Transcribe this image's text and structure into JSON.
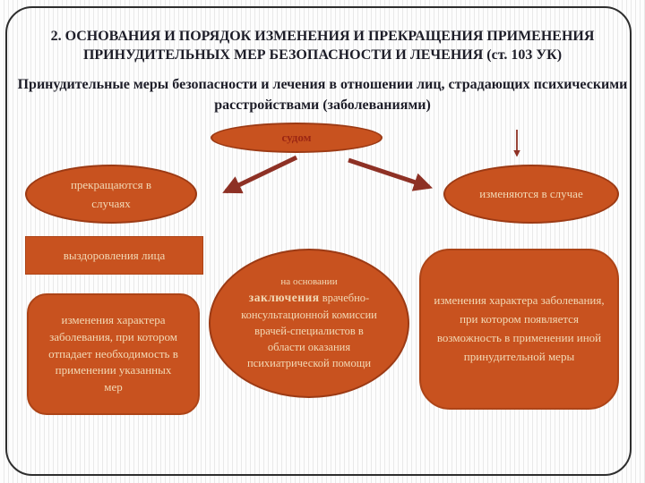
{
  "header": {
    "title": "2. ОСНОВАНИЯ И ПОРЯДОК ИЗМЕНЕНИЯ И ПРЕКРАЩЕНИЯ ПРИМЕНЕНИЯ ПРИНУДИТЕЛЬНЫХ МЕР БЕЗОПАСНОСТИ И ЛЕЧЕНИЯ (ст. 103 УК)",
    "subtitle": "Принудительные меры безопасности и лечения в отношении лиц, страдающих психическими расстройствами (заболеваниями)"
  },
  "diagram": {
    "court": "судом",
    "terminate_branch": "прекращаются в случаях",
    "change_branch": "изменяются в случае",
    "recovery": "выздоровления лица",
    "terminate_case": "изменения характера заболевания, при котором отпадает необходимость в применении указанных мер",
    "basis_intro": "на основании",
    "basis_keyword": "заключения",
    "basis_rest": " врачебно-консультационной комиссии врачей-специалистов в области оказания психиатрической помощи",
    "change_case": "изменения характера заболевания, при котором появляется возможность в применении иной принудительной меры"
  },
  "colors": {
    "shape_fill": "#c8521f",
    "shape_border": "#9c3a14",
    "shape_text": "#f2d9b5",
    "court_text": "#9b2613",
    "arrow": "#8e3125",
    "title_text": "#1d1d28",
    "frame_border": "#2e2e2e",
    "background_stripe": "#e9e9e9"
  }
}
